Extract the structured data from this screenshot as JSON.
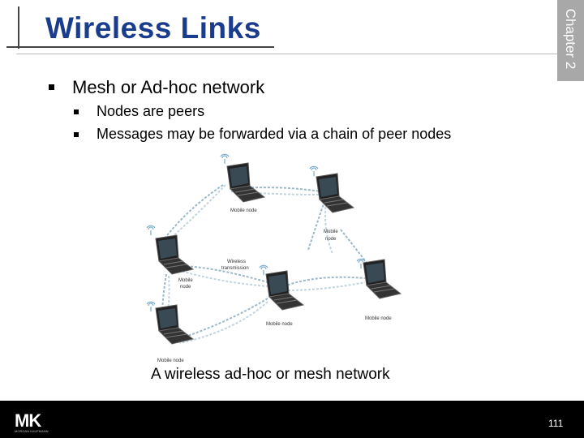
{
  "slide": {
    "title": "Wireless Links",
    "chapter_label": "Chapter 2",
    "page_number": "111"
  },
  "bullets": {
    "level1": "Mesh or Ad-hoc network",
    "level2": [
      "Nodes are peers",
      "Messages may be forwarded via a chain of peer nodes"
    ]
  },
  "diagram": {
    "node_label": "Mobile node",
    "transmission_label_line1": "Wireless",
    "transmission_label_line2": "transmission",
    "mobile_node_label_line1": "Mobile",
    "mobile_node_label_line2": "node",
    "caption": "A wireless ad-hoc or mesh network"
  },
  "footer": {
    "logo_text": "MK",
    "logo_subtext": "MORGAN KAUFMANN"
  },
  "colors": {
    "title": "#1a3c8c",
    "chapter_bar": "#a8a8a8",
    "footer": "#000000"
  }
}
